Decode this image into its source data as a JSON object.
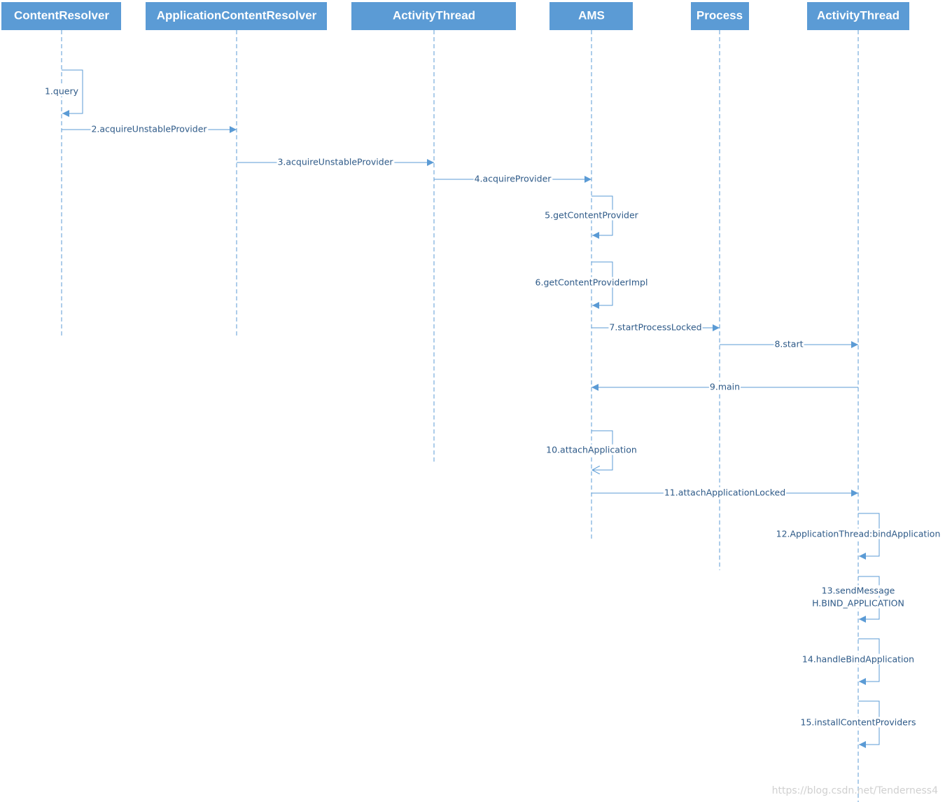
{
  "participants": [
    {
      "id": "content-resolver",
      "label": "ContentResolver"
    },
    {
      "id": "application-content-resolver",
      "label": "ApplicationContentResolver"
    },
    {
      "id": "activity-thread-client",
      "label": "ActivityThread"
    },
    {
      "id": "ams",
      "label": "AMS"
    },
    {
      "id": "process",
      "label": "Process"
    },
    {
      "id": "activity-thread-new",
      "label": "ActivityThread"
    }
  ],
  "messages": [
    {
      "label": "1.query",
      "from": 0,
      "to": 0,
      "arrow": "filled"
    },
    {
      "label": "2.acquireUnstableProvider",
      "from": 0,
      "to": 1,
      "arrow": "filled"
    },
    {
      "label": "3.acquireUnstableProvider",
      "from": 1,
      "to": 2,
      "arrow": "filled"
    },
    {
      "label": "4.acquireProvider",
      "from": 2,
      "to": 3,
      "arrow": "filled"
    },
    {
      "label": "5.getContentProvider",
      "from": 3,
      "to": 3,
      "arrow": "filled"
    },
    {
      "label": "6.getContentProviderImpl",
      "from": 3,
      "to": 3,
      "arrow": "filled"
    },
    {
      "label": "7.startProcessLocked",
      "from": 3,
      "to": 4,
      "arrow": "filled"
    },
    {
      "label": "8.start",
      "from": 4,
      "to": 5,
      "arrow": "filled"
    },
    {
      "label": "9.main",
      "from": 5,
      "to": 3,
      "arrow": "filled"
    },
    {
      "label": "10.attachApplication",
      "from": 3,
      "to": 3,
      "arrow": "open"
    },
    {
      "label": "11.attachApplicationLocked",
      "from": 3,
      "to": 5,
      "arrow": "filled"
    },
    {
      "label": "12.ApplicationThread:bindApplication",
      "from": 5,
      "to": 5,
      "arrow": "filled"
    },
    {
      "label": "13.sendMessage",
      "label2": "H.BIND_APPLICATION",
      "from": 5,
      "to": 5,
      "arrow": "filled"
    },
    {
      "label": "14.handleBindApplication",
      "from": 5,
      "to": 5,
      "arrow": "filled"
    },
    {
      "label": "15.installContentProviders",
      "from": 5,
      "to": 5,
      "arrow": "filled"
    }
  ],
  "watermark": "https://blog.csdn.net/Tenderness4",
  "colors": {
    "header": "#5b9bd5",
    "line": "#5b9bd5",
    "text": "#2e5a88",
    "watermark": "#d0d0d0"
  }
}
